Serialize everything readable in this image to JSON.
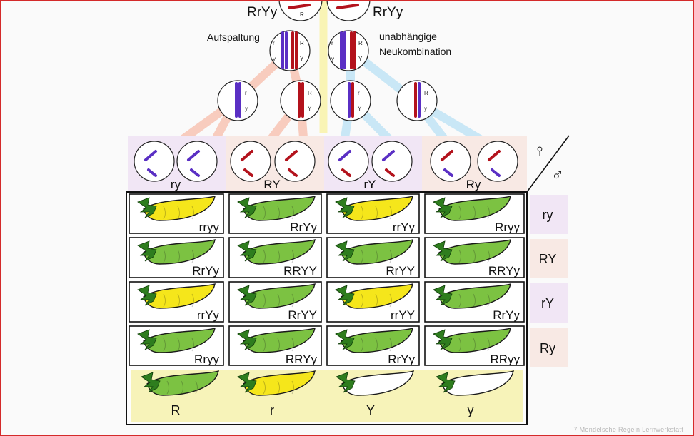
{
  "parents": {
    "left_genotype": "RrYy",
    "right_genotype": "RrYy"
  },
  "meiosis": {
    "segregation_label": "Aufspaltung",
    "recombination_label_line1": "unabhängige",
    "recombination_label_line2": "Neukombination"
  },
  "gametes": {
    "female_symbol": "♀",
    "male_symbol": "♂",
    "columns": [
      "ry",
      "RY",
      "rY",
      "Ry"
    ],
    "rows": [
      "ry",
      "RY",
      "rY",
      "Ry"
    ]
  },
  "grid": {
    "cells": [
      [
        "rryy",
        "RrYy",
        "rrYy",
        "Rryy"
      ],
      [
        "RrYy",
        "RRYY",
        "RrYY",
        "RRYy"
      ],
      [
        "rrYy",
        "RrYY",
        "rrYY",
        "RrYy"
      ],
      [
        "Rryy",
        "RRYy",
        "RrYy",
        "RRyy"
      ]
    ],
    "pod_colors": [
      [
        "yellow",
        "green",
        "yellow",
        "green"
      ],
      [
        "green",
        "green",
        "green",
        "green"
      ],
      [
        "yellow",
        "green",
        "yellow",
        "green"
      ],
      [
        "green",
        "green",
        "green",
        "green"
      ]
    ]
  },
  "legend": {
    "items": [
      {
        "label": "R",
        "color": "green"
      },
      {
        "label": "r",
        "color": "yellow"
      },
      {
        "label": "Y",
        "color": "white"
      },
      {
        "label": "y",
        "color": "white"
      }
    ]
  },
  "colors": {
    "pod_green": "#7cc242",
    "pod_yellow": "#f5e61b",
    "pod_white": "#ffffff",
    "stem": "#2e7d1e",
    "chromosome_blue": "#5a2fc4",
    "chromosome_red": "#b3121c",
    "lane_pink": "#f7c3b3",
    "lane_yellow": "#f8f2a8",
    "lane_blue": "#bfe3f4",
    "band_purple": "#f1e6f5",
    "band_peach": "#f8e9e4",
    "legend_bg": "#f7f3b9",
    "frame_border": "#d42a2a"
  },
  "watermark": "7 Mendelsche Regeln Lernwerkstatt"
}
